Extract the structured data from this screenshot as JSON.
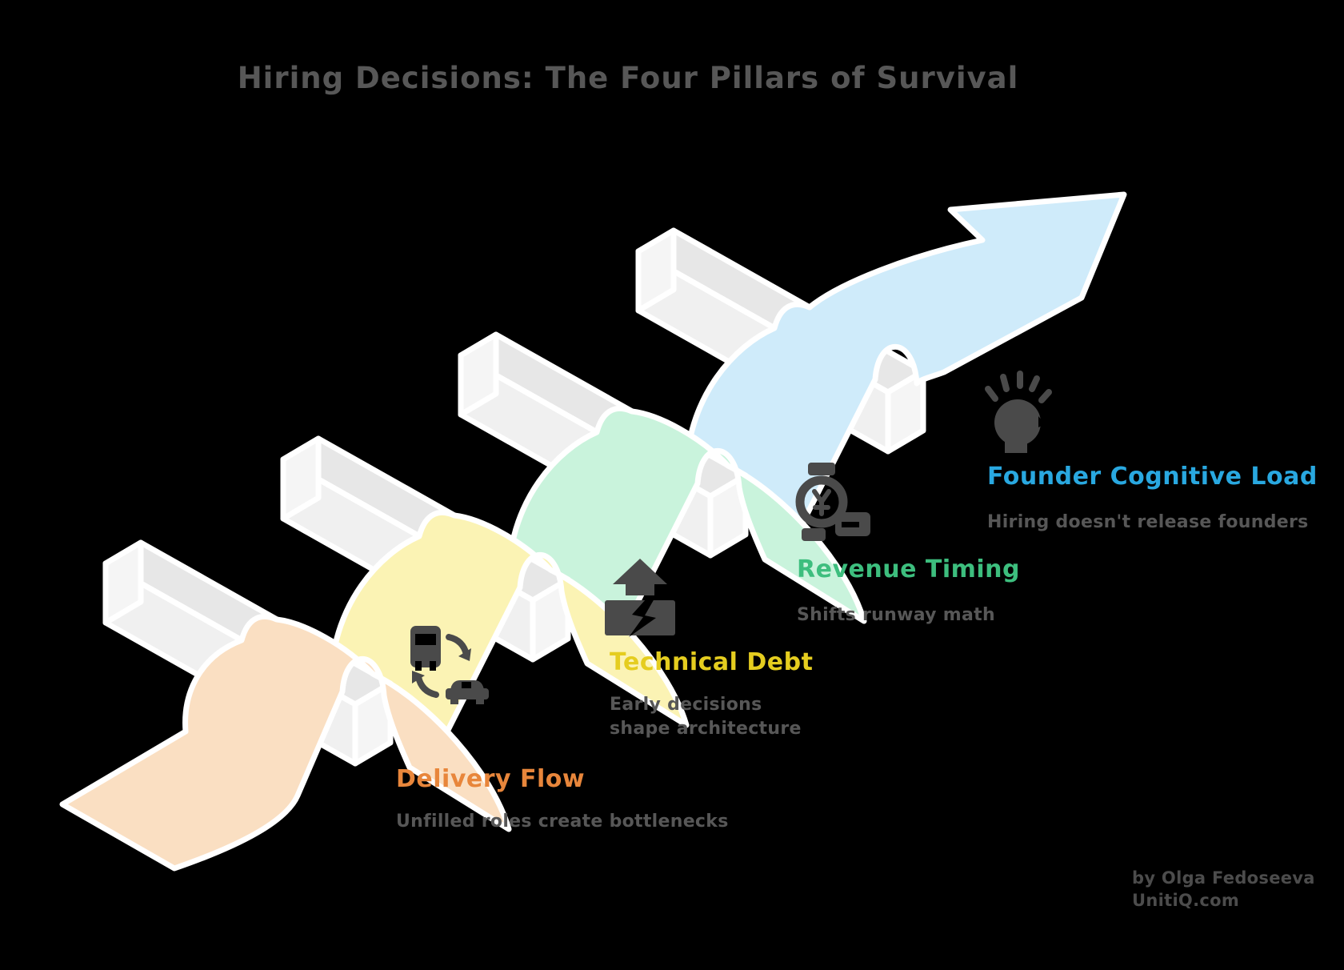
{
  "title": "Hiring Decisions: The Four Pillars of Survival",
  "pillars": [
    {
      "name": "Delivery Flow",
      "description": "Unfilled roles create bottlenecks",
      "accent_color": "#E8863B",
      "ribbon_color": "#FADFC2",
      "icon": "bus-car-cycle-icon"
    },
    {
      "name": "Technical Debt",
      "description": "Early decisions shape architecture",
      "accent_color": "#E5CD1F",
      "ribbon_color": "#FBF3B4",
      "icon": "factory-lightning-icon"
    },
    {
      "name": "Revenue Timing",
      "description": "Shifts runway math",
      "accent_color": "#3DBE7E",
      "ribbon_color": "#C9F3DC",
      "icon": "watch-payment-icon"
    },
    {
      "name": "Founder Cognitive Load",
      "description": "Hiring doesn't release founders",
      "accent_color": "#29A8E0",
      "ribbon_color": "#CFEBFA",
      "icon": "stressed-head-icon"
    }
  ],
  "attribution": {
    "line1": "by Olga Fedoseeva",
    "line2": "UnitiQ.com"
  },
  "colors": {
    "background": "#000000",
    "title_text": "#575757",
    "body_text": "#575757",
    "beam_fill": "#EDEDED",
    "outline": "#FFFFFF",
    "icon_fill": "#4A4A4A",
    "arrow_fill": "#CFEBFA"
  }
}
